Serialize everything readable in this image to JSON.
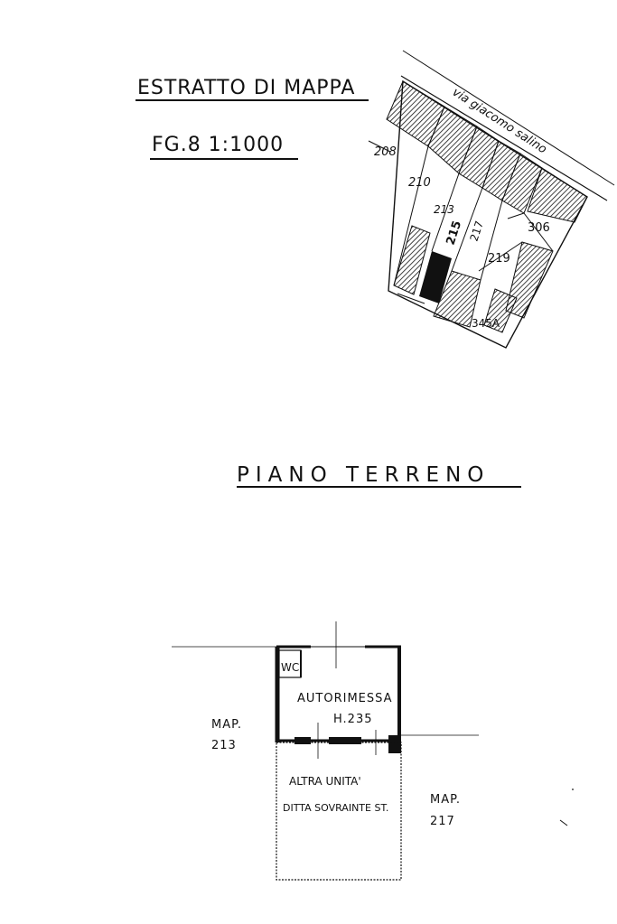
{
  "header": {
    "title": "ESTRATTO DI MAPPA",
    "sheet_scale": "FG.8  1:1000"
  },
  "cadastral_map": {
    "street_name": "via giacomo salino",
    "parcels": [
      "208",
      "210",
      "213",
      "215",
      "217",
      "219",
      "306",
      "345A"
    ]
  },
  "floor_title": "PIANO TERRENO",
  "floor_plan": {
    "wc_label": "WC",
    "garage_label": "AUTORIMESSA",
    "garage_height": "H.235",
    "other_unit_line1": "ALTRA UNITA'",
    "other_unit_line2": "DITTA SOVRAINTE ST.",
    "neighbor_left_1": "MAP.",
    "neighbor_left_2": "213",
    "neighbor_right_1": "MAP.",
    "neighbor_right_2": "217"
  },
  "colors": {
    "ink": "#111111",
    "paper": "#ffffff"
  }
}
